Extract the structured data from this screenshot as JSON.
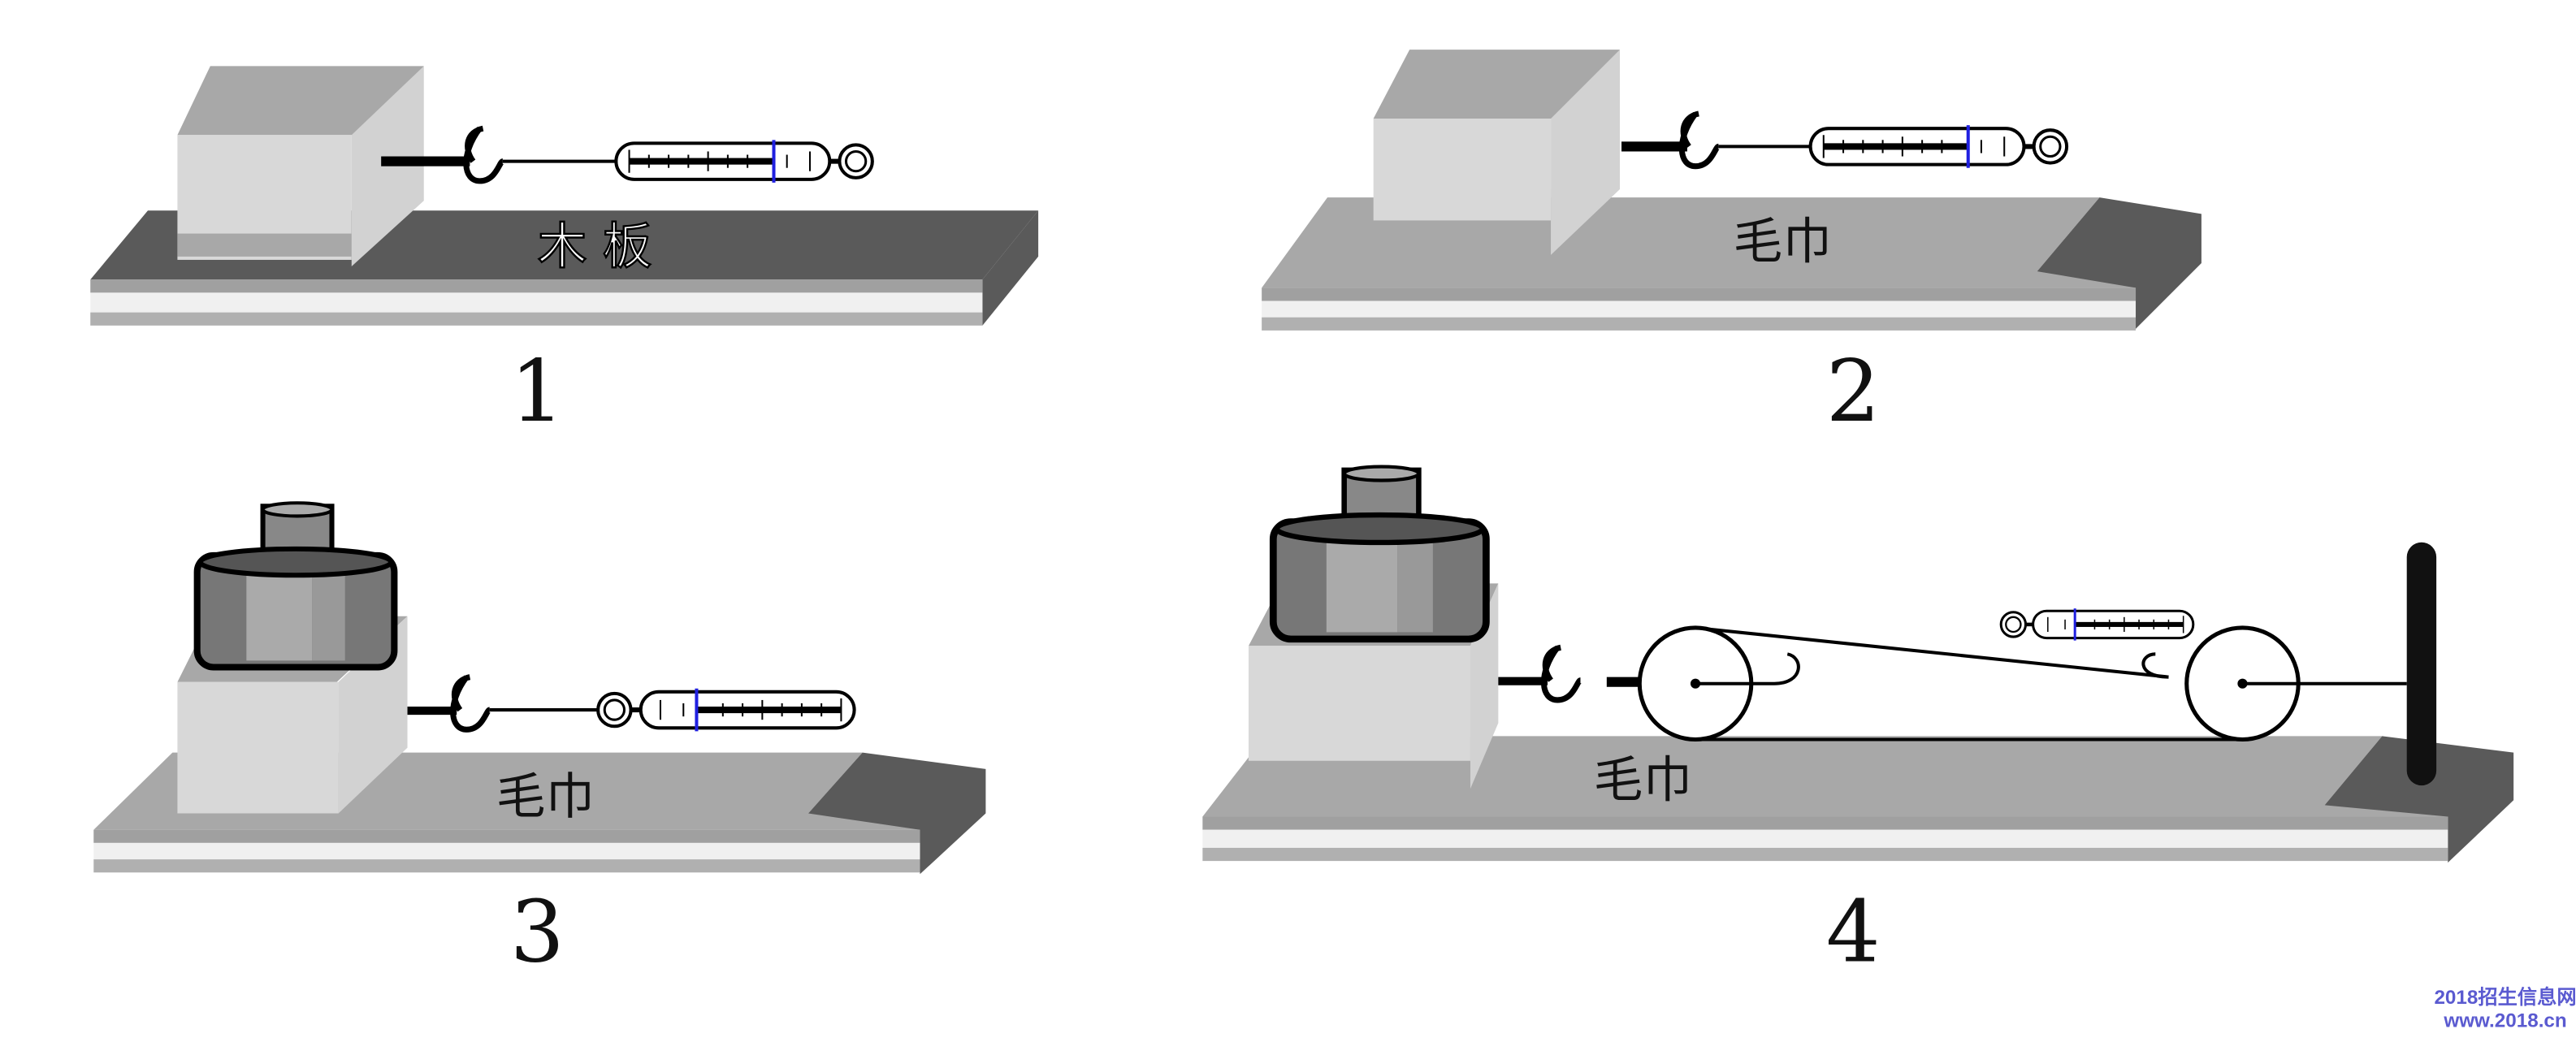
{
  "panels": [
    {
      "number": "1",
      "surface_label": "木 板"
    },
    {
      "number": "2",
      "surface_label": "毛巾"
    },
    {
      "number": "3",
      "surface_label": "毛巾"
    },
    {
      "number": "4",
      "surface_label": "毛巾"
    }
  ],
  "watermark": {
    "line1": "2018招生信息网",
    "line2": "www.2018.cn"
  },
  "colors": {
    "dark_board": "#5a5a5a",
    "towel": "#a8a8a8",
    "indicator": "#2020e0",
    "watermark": "#5a5ad0"
  }
}
